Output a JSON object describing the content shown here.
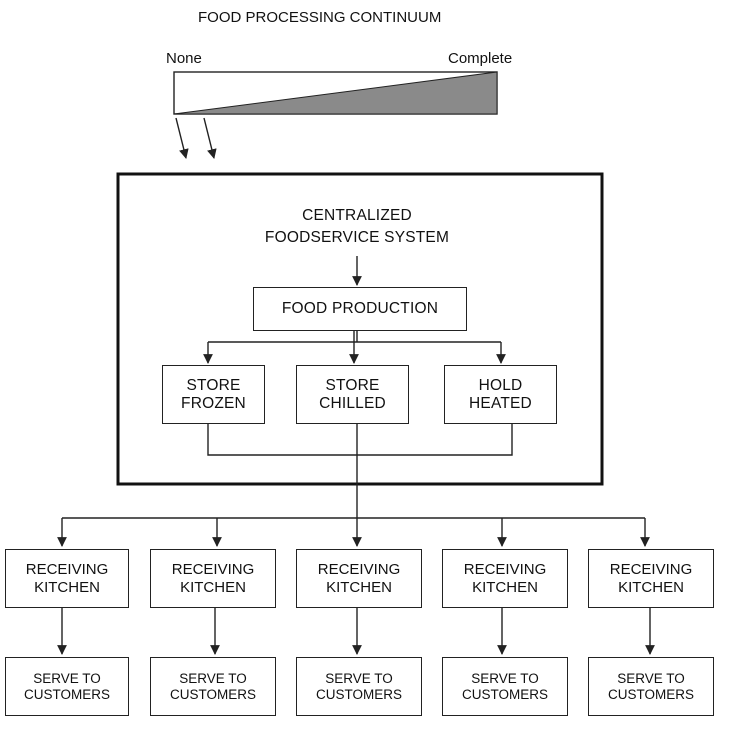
{
  "title": "FOOD PROCESSING CONTINUUM",
  "continuum": {
    "left_label": "None",
    "right_label": "Complete"
  },
  "system": {
    "title_line1": "CENTRALIZED",
    "title_line2": "FOODSERVICE SYSTEM",
    "production": "FOOD PRODUCTION",
    "storage": [
      {
        "line1": "STORE",
        "line2": "FROZEN"
      },
      {
        "line1": "STORE",
        "line2": "CHILLED"
      },
      {
        "line1": "HOLD",
        "line2": "HEATED"
      }
    ]
  },
  "kitchens": [
    {
      "receiving_line1": "RECEIVING",
      "receiving_line2": "KITCHEN",
      "serve_line1": "SERVE TO",
      "serve_line2": "CUSTOMERS"
    },
    {
      "receiving_line1": "RECEIVING",
      "receiving_line2": "KITCHEN",
      "serve_line1": "SERVE TO",
      "serve_line2": "CUSTOMERS"
    },
    {
      "receiving_line1": "RECEIVING",
      "receiving_line2": "KITCHEN",
      "serve_line1": "SERVE TO",
      "serve_line2": "CUSTOMERS"
    },
    {
      "receiving_line1": "RECEIVING",
      "receiving_line2": "KITCHEN",
      "serve_line1": "SERVE TO",
      "serve_line2": "CUSTOMERS"
    },
    {
      "receiving_line1": "RECEIVING",
      "receiving_line2": "KITCHEN",
      "serve_line1": "SERVE TO",
      "serve_line2": "CUSTOMERS"
    }
  ],
  "colors": {
    "stroke": "#222222",
    "wedge_fill": "#8a8a8a"
  }
}
